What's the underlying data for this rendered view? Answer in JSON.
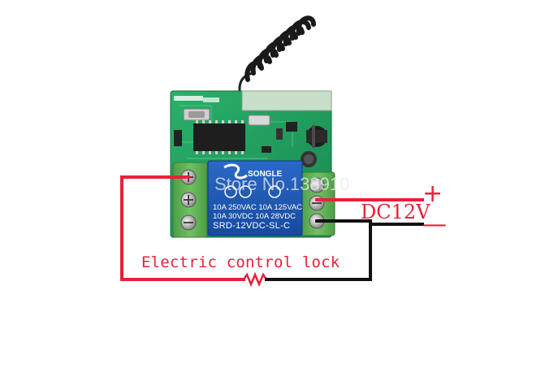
{
  "labels": {
    "lock": "Electric control lock",
    "voltage": "DC12V",
    "plus": "+",
    "minus": "—",
    "watermark": "Store No.138910"
  },
  "relay": {
    "brand": "SONGLE",
    "row1": "10A 250VAC   10A 125VAC",
    "row2": "10A  30VDC   10A  28VDC",
    "model": "SRD-12VDC-SL-C"
  },
  "colors": {
    "wire_positive": "#e8203a",
    "wire_negative": "#111111",
    "pcb": "#1f9a5e",
    "relay_body": "#1d58b5",
    "terminal": "#5fae56"
  }
}
